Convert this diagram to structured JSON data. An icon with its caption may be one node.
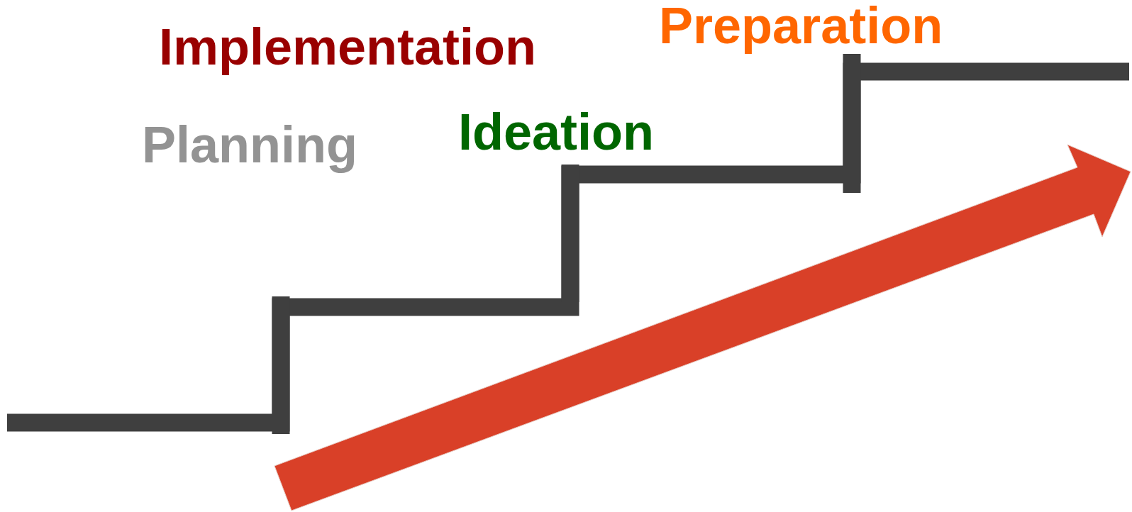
{
  "diagram": {
    "labels": [
      "Implementation",
      "Preparation",
      "Planning",
      "Ideation"
    ]
  }
}
